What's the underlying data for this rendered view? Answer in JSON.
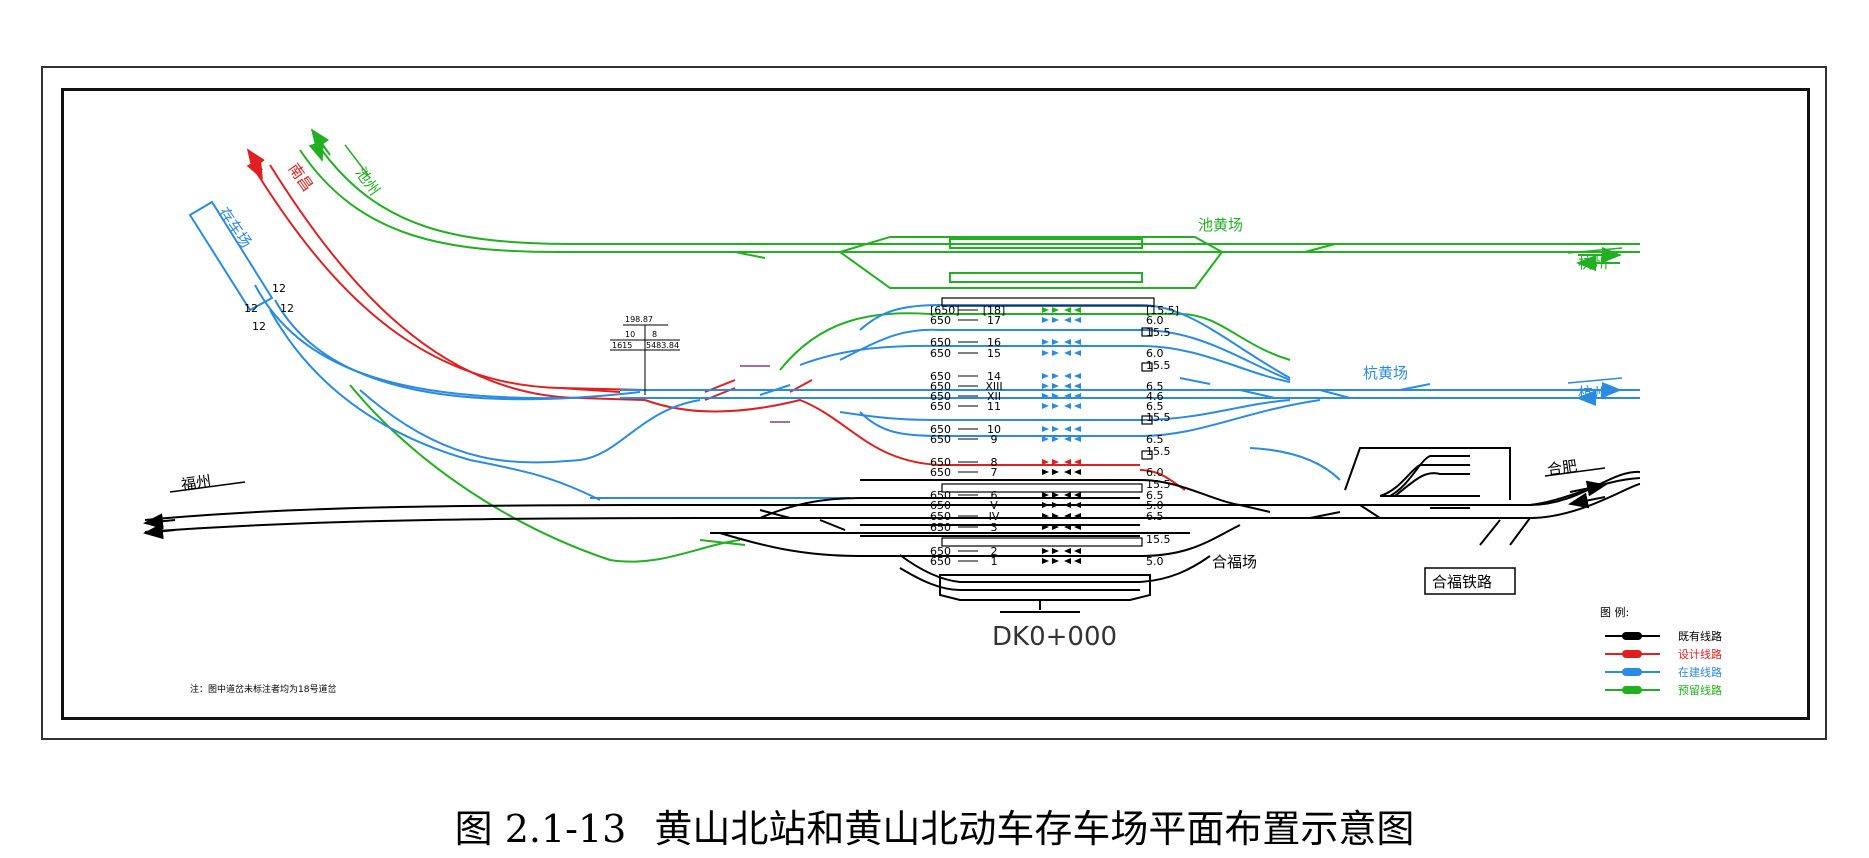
{
  "colors": {
    "existing": "#000000",
    "design": "#e02020",
    "construction": "#2b8be0",
    "reserved": "#22b022"
  },
  "directions": {
    "chizhou": "池州",
    "nanchang": "南昌",
    "cunchechang": "存车场",
    "fuzhou": "福州",
    "hangzhou_top": "杭州",
    "hangzhou_mid": "杭州",
    "hefei": "合肥"
  },
  "yards": {
    "chihuang": "池黄场",
    "hanghuang": "杭黄场",
    "hefu": "合福场",
    "hefu_railway": "合福铁路"
  },
  "switch_numbers": [
    "12",
    "12",
    "12",
    "12"
  ],
  "signal_box": {
    "top": "198.87",
    "left_top": "10",
    "right_top": "8",
    "left_bottom": "1615",
    "right_bottom": "5483.84"
  },
  "tracks": [
    {
      "no": "[18]",
      "len": "[650]",
      "grade": "[15.5]"
    },
    {
      "no": "17",
      "len": "650",
      "grade": "6.0"
    },
    {
      "no": "",
      "len": "",
      "grade": "15.5"
    },
    {
      "no": "16",
      "len": "650",
      "grade": ""
    },
    {
      "no": "15",
      "len": "650",
      "grade": "6.0"
    },
    {
      "no": "",
      "len": "",
      "grade": "15.5"
    },
    {
      "no": "14",
      "len": "650",
      "grade": ""
    },
    {
      "no": "XIII",
      "len": "650",
      "grade": "6.5"
    },
    {
      "no": "XII",
      "len": "650",
      "grade": "4.6"
    },
    {
      "no": "11",
      "len": "650",
      "grade": "6.5"
    },
    {
      "no": "",
      "len": "",
      "grade": "15.5"
    },
    {
      "no": "10",
      "len": "650",
      "grade": ""
    },
    {
      "no": "9",
      "len": "650",
      "grade": "6.5"
    },
    {
      "no": "",
      "len": "",
      "grade": "15.5"
    },
    {
      "no": "8",
      "len": "650",
      "grade": ""
    },
    {
      "no": "7",
      "len": "650",
      "grade": "6.0"
    },
    {
      "no": "",
      "len": "",
      "grade": "15.5"
    },
    {
      "no": "6",
      "len": "650",
      "grade": "6.5"
    },
    {
      "no": "V",
      "len": "650",
      "grade": "5.0"
    },
    {
      "no": "IV",
      "len": "650",
      "grade": "6.5"
    },
    {
      "no": "3",
      "len": "650",
      "grade": ""
    },
    {
      "no": "",
      "len": "",
      "grade": "15.5"
    },
    {
      "no": "2",
      "len": "650",
      "grade": ""
    },
    {
      "no": "1",
      "len": "650",
      "grade": "5.0"
    }
  ],
  "mileage": "DK0+000",
  "legend": {
    "title": "图  例:",
    "items": [
      {
        "label": "既有线路",
        "color": "#000000"
      },
      {
        "label": "设计线路",
        "color": "#e02020"
      },
      {
        "label": "在建线路",
        "color": "#2b8be0"
      },
      {
        "label": "预留线路",
        "color": "#22b022"
      }
    ]
  },
  "note": "注：图中道岔未标注者均为18号道岔",
  "caption": {
    "number": "图 2.1-13",
    "title": "黄山北站和黄山北动车存车场平面布置示意图"
  }
}
